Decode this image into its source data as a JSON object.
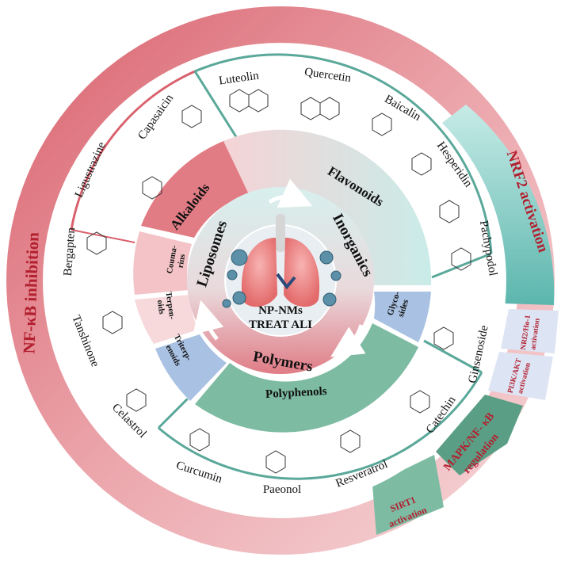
{
  "center": {
    "line1": "NP-NMs",
    "line2": "TREAT ALI"
  },
  "carriers": {
    "liposomes": "Liposomes",
    "inorganics": "Inorganics",
    "polymers": "Polymers"
  },
  "classes": {
    "alkaloids": "Alkaloids",
    "flavonoids": "Flavonoids",
    "glycosides": [
      "Glyco-",
      "sides"
    ],
    "polyphenols": "Polyphenols",
    "triterpenoids": [
      "Triterp-",
      "enoids"
    ],
    "terpenoids": [
      "Terpen-",
      "oids"
    ],
    "coumarins": [
      "Couma-",
      "rins"
    ]
  },
  "compounds": {
    "capsaicin": "Capasaicin",
    "ligustrazine": "Ligustrazine",
    "luteolin": "Luteolin",
    "quercetin": "Quercetin",
    "baicalin": "Baicalin",
    "hesperidin": "Hesperidin",
    "pachypodol": "Pachypodol",
    "ginsenoside": "Ginsenoside",
    "catechin": "Catechin",
    "resveratrol": "Resveratrol",
    "paeonol": "Paeonol",
    "curcumin": "Curcumin",
    "celastrol": "Celastrol",
    "tanshinone": "Tanshinone",
    "bergapten": "Bergapten"
  },
  "pathways": {
    "nfkb": "NF-κB inhibition",
    "nrf2": "NRF2 activation",
    "nrf2_ho1": [
      "NRf2/Ho-1",
      "activation"
    ],
    "pi3k_akt": [
      "PI3K/AKT",
      "activation"
    ],
    "mapk": [
      "MAPK/NF- κB",
      "regulation"
    ],
    "sirt1": [
      "SIRT1",
      "activation"
    ]
  },
  "colors": {
    "outer_ring": "#e9a2a8",
    "outer_ring_dark": "#d9616d",
    "teal": "#5bb6ad",
    "teal_light": "#c7ebe7",
    "green": "#7dbba3",
    "green_dark": "#6aa48c",
    "pink_class": "#e27c84",
    "blue_class": "#a9c1e2",
    "text_red": "#b21f2f",
    "center_pink": "#f7d3d4"
  }
}
